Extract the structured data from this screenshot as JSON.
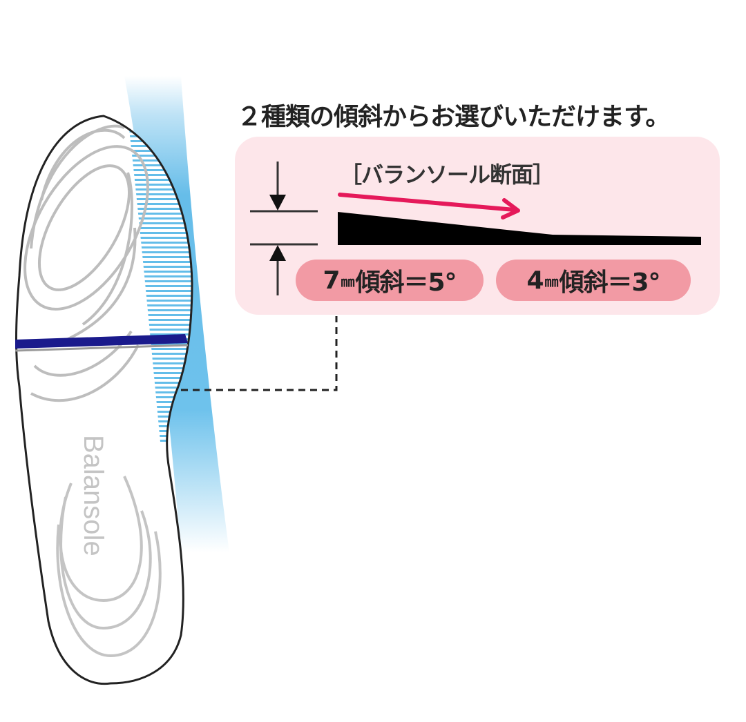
{
  "headline": "２種類の傾斜からお選びいただけます。",
  "panel": {
    "title": "［バランソール断面］",
    "options": [
      {
        "height_value": "7",
        "unit": "㎜",
        "label": "傾斜＝5°"
      },
      {
        "height_value": "4",
        "unit": "㎜",
        "label": "傾斜＝3°"
      }
    ]
  },
  "insole": {
    "brand_text": "Balansole"
  },
  "colors": {
    "panel_bg": "#fde6ea",
    "pill_bg": "#f29aa4",
    "arrow": "#e5195a",
    "wedge": "#000000",
    "tilt_band": "#5bb8e8",
    "divider_line": "#1a1a8c",
    "contour": "#bbbbbb"
  }
}
